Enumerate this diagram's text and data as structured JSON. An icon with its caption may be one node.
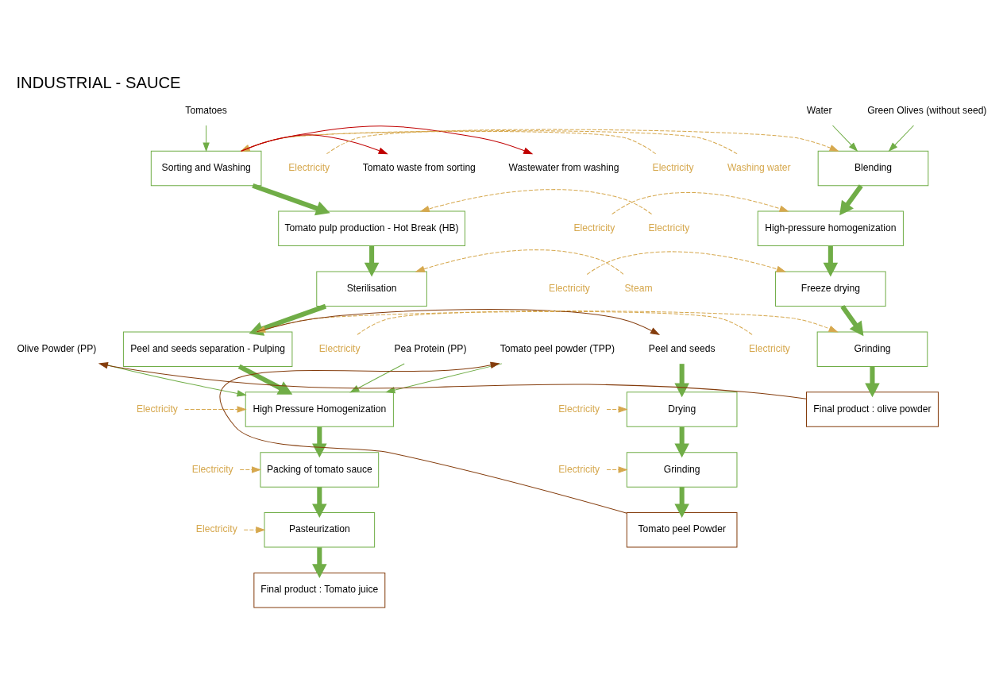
{
  "diagram": {
    "title": "INDUSTRIAL - SAUCE",
    "nodes": [
      {
        "text": [
          "Tomatoes"
        ]
      },
      {
        "text": [
          "Electricity"
        ]
      },
      {
        "text": [
          "Washing water"
        ]
      },
      {
        "text": [
          "Sorting and Washing"
        ]
      },
      {
        "text": [
          "Tomato waste from sorting"
        ]
      },
      {
        "text": [
          "Wastewater from washing"
        ]
      },
      {
        "text": [
          "Electricity"
        ]
      },
      {
        "text": [
          "Tomato pulp production - Hot Break (HB)"
        ]
      },
      {
        "text": [
          "Steam"
        ]
      },
      {
        "text": [
          "Sterilisation"
        ]
      },
      {
        "text": [
          "Electricity"
        ]
      },
      {
        "text": [
          "Peel and seeds separation - Pulping"
        ]
      },
      {
        "text": [
          "Peel and seeds"
        ]
      },
      {
        "text": [
          "Olive Powder (PP)"
        ]
      },
      {
        "text": [
          "Pea Protein (PP)"
        ]
      },
      {
        "text": [
          "Tomato peel powder (TPP)"
        ]
      },
      {
        "text": [
          "Electricity"
        ]
      },
      {
        "text": [
          "High Pressure Homogenization"
        ]
      },
      {
        "text": [
          "Electricity"
        ]
      },
      {
        "text": [
          "Packing of tomato sauce"
        ]
      },
      {
        "text": [
          "Electricity"
        ]
      },
      {
        "text": [
          "Pasteurization"
        ]
      },
      {
        "text": [
          "Final product : Tomato juice"
        ]
      },
      {
        "text": [
          "Drying"
        ]
      },
      {
        "text": [
          "Electricity"
        ]
      },
      {
        "text": [
          "Grinding"
        ]
      },
      {
        "text": [
          "Electricity"
        ]
      },
      {
        "text": [
          "Tomato peel Powder"
        ]
      },
      {
        "text": [
          "Final product : olive powder"
        ]
      },
      {
        "text": [
          "Electricity"
        ]
      },
      {
        "text": [
          "Grinding"
        ]
      },
      {
        "text": [
          "Electricity"
        ]
      },
      {
        "text": [
          "Freeze drying"
        ]
      },
      {
        "text": [
          "Electricity"
        ]
      },
      {
        "text": [
          "High-pressure homogenization"
        ]
      },
      {
        "text": [
          "Electricity"
        ]
      },
      {
        "text": [
          "Blending"
        ]
      },
      {
        "text": [
          "Water"
        ]
      },
      {
        "text": [
          "Green Olives (without seed)"
        ]
      }
    ],
    "edges": [
      {
        "from": 0,
        "to": 3,
        "arrow": "to"
      },
      {
        "from": 1,
        "to": 3,
        "arrow": "to",
        "style": "dashed",
        "color": "#d6a84e"
      },
      {
        "from": 2,
        "to": 3,
        "arrow": "to",
        "style": "dashed",
        "color": "#d6a84e"
      },
      {
        "from": 3,
        "to": 4,
        "arrow": "to",
        "color": "#c00000"
      },
      {
        "from": 3,
        "to": 5,
        "arrow": "to",
        "color": "#c00000"
      },
      {
        "from": 3,
        "to": 7,
        "arrow": "to",
        "style": "thick"
      },
      {
        "from": 6,
        "to": 7,
        "arrow": "to",
        "style": "dashed",
        "color": "#d6a84e"
      },
      {
        "from": 7,
        "to": 9,
        "arrow": "to",
        "style": "thick"
      },
      {
        "from": 8,
        "to": 9,
        "arrow": "to",
        "style": "dashed",
        "color": "#d6a84e"
      },
      {
        "from": 9,
        "to": 11,
        "arrow": "to",
        "style": "thick"
      },
      {
        "from": 10,
        "to": 11,
        "arrow": "to",
        "style": "dashed",
        "color": "#d6a84e"
      },
      {
        "from": 11,
        "to": 12,
        "arrow": "to",
        "color": "#843c0c"
      },
      {
        "from": 11,
        "to": 17,
        "arrow": "to",
        "style": "thick"
      },
      {
        "from": 13,
        "to": 17,
        "arrow": "to"
      },
      {
        "from": 14,
        "to": 17,
        "arrow": "to"
      },
      {
        "from": 15,
        "to": 17,
        "arrow": "to"
      },
      {
        "from": 16,
        "to": 17,
        "arrow": "to",
        "style": "dashed",
        "color": "#d6a84e"
      },
      {
        "from": 17,
        "to": 19,
        "arrow": "to",
        "style": "thick"
      },
      {
        "from": 18,
        "to": 19,
        "arrow": "to",
        "style": "dashed",
        "color": "#d6a84e"
      },
      {
        "from": 19,
        "to": 21,
        "arrow": "to",
        "style": "thick"
      },
      {
        "from": 20,
        "to": 21,
        "arrow": "to",
        "style": "dashed",
        "color": "#d6a84e"
      },
      {
        "from": 21,
        "to": 22,
        "arrow": "to",
        "style": "thick"
      },
      {
        "from": 12,
        "to": 23,
        "arrow": "to",
        "style": "thick"
      },
      {
        "from": 24,
        "to": 23,
        "arrow": "to",
        "style": "dashed",
        "color": "#d6a84e"
      },
      {
        "from": 23,
        "to": 25,
        "arrow": "to",
        "style": "thick"
      },
      {
        "from": 26,
        "to": 25,
        "arrow": "to",
        "style": "dashed",
        "color": "#d6a84e"
      },
      {
        "from": 25,
        "to": 27,
        "arrow": "to",
        "style": "thick"
      },
      {
        "from": 27,
        "to": 15,
        "arrow": "to",
        "color": "#843c0c"
      },
      {
        "from": 36,
        "to": 34,
        "arrow": "to",
        "style": "thick"
      },
      {
        "from": 34,
        "to": 32,
        "arrow": "to",
        "style": "thick"
      },
      {
        "from": 32,
        "to": 30,
        "arrow": "to",
        "style": "thick"
      },
      {
        "from": 30,
        "to": 28,
        "arrow": "to",
        "style": "thick"
      },
      {
        "from": 29,
        "to": 30,
        "arrow": "to",
        "style": "dashed",
        "color": "#d6a84e"
      },
      {
        "from": 31,
        "to": 32,
        "arrow": "to",
        "style": "dashed",
        "color": "#d6a84e"
      },
      {
        "from": 33,
        "to": 34,
        "arrow": "to",
        "style": "dashed",
        "color": "#d6a84e"
      },
      {
        "from": 35,
        "to": 36,
        "arrow": "to",
        "style": "dashed",
        "color": "#d6a84e"
      },
      {
        "from": 37,
        "to": 36,
        "arrow": "to"
      },
      {
        "from": 38,
        "to": 36,
        "arrow": "to"
      },
      {
        "from": 28,
        "to": 13,
        "arrow": "to",
        "color": "#843c0c"
      }
    ]
  }
}
